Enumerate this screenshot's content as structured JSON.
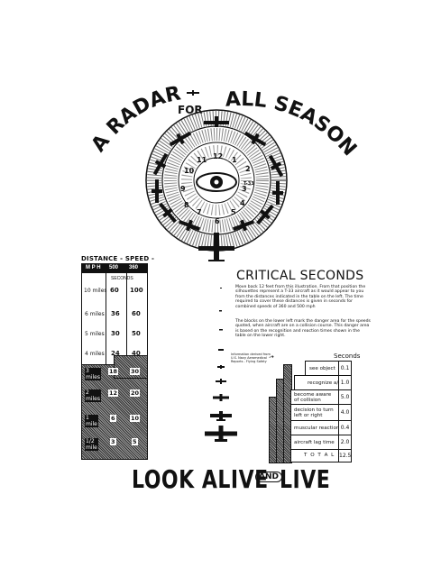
{
  "poster": {
    "title_words": [
      "A RADAR",
      "FOR",
      "ALL SEASONS"
    ],
    "footer_left": "LOOK ALIVE",
    "footer_mid": "AND",
    "footer_right": "LIVE"
  },
  "radar": {
    "clock_numbers": [
      "12",
      "1",
      "2",
      "3",
      "4",
      "5",
      "6",
      "7",
      "8",
      "9",
      "10",
      "11"
    ],
    "center_label": "T-33",
    "eye_icon": "eye-icon",
    "aircraft_icon": "aircraft-silhouette-icon"
  },
  "distance_table": {
    "title": "DISTANCE - SPEED - TIME",
    "col_mph": "M P H",
    "col_360": "360",
    "col_500": "500",
    "seconds_label": "SECONDS",
    "rows": [
      {
        "distance": "10 miles",
        "s500": "60",
        "s360": "100"
      },
      {
        "distance": "6 miles",
        "s500": "36",
        "s360": "60"
      },
      {
        "distance": "5 miles",
        "s500": "30",
        "s360": "50"
      },
      {
        "distance": "4 miles",
        "s500": "24",
        "s360": "40"
      },
      {
        "distance": "3 miles",
        "s500": "18",
        "s360": "30"
      },
      {
        "distance": "2 miles",
        "s500": "12",
        "s360": "20"
      },
      {
        "distance": "1 mile",
        "s500": "6",
        "s360": "10"
      },
      {
        "distance": "1/2 mile",
        "s500": "3",
        "s360": "5"
      }
    ]
  },
  "critical_seconds": {
    "title": "CRITICAL SECONDS",
    "p1": "Move back 12 feet from this illustration. From that position the silhouettes represent a T-33 aircraft as it would appear to you from the distances indicated in the table on the left. The time required to cover these distances is given in seconds for combined speeds of 360 and 500 mph",
    "p2": "The blocks on the lower left mark the danger area for the speeds quoted, when aircraft are on a collision course. This danger area is based on the recognition and reaction times shown in the table on the lower right."
  },
  "reaction_table": {
    "seconds_label": "Seconds",
    "source_note": "Information derived from U.S. Navy Aeromedical Reports - Flying Safety",
    "rows": [
      {
        "label": "see object",
        "value": "0.1"
      },
      {
        "label": "recognize a/c",
        "value": "1.0"
      },
      {
        "label": "become aware of collision course",
        "value": "5.0"
      },
      {
        "label": "decision to turn left or right",
        "value": "4.0"
      },
      {
        "label": "muscular reaction",
        "value": "0.4"
      },
      {
        "label": "aircraft lag time",
        "value": "2.0"
      }
    ],
    "total_label": "T O T A L",
    "total_value": "12.5"
  }
}
